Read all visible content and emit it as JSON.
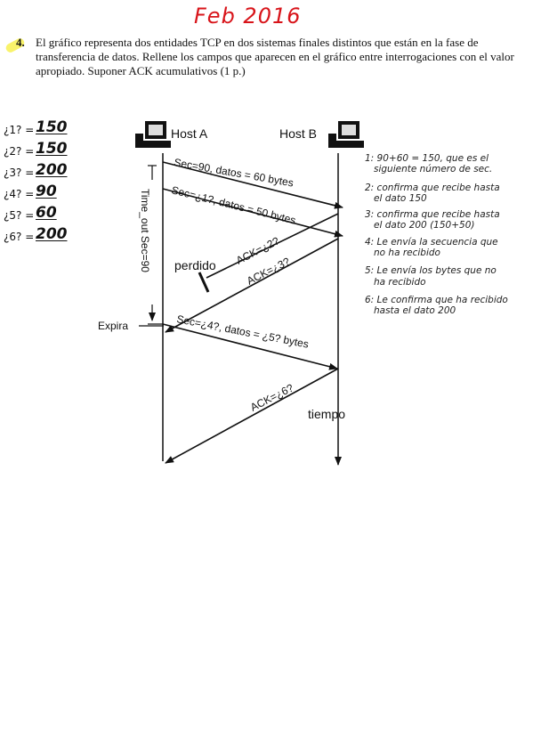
{
  "heading": "Feb 2016",
  "question": {
    "number": "4.",
    "text": "El gráfico representa dos entidades TCP en dos sistemas finales distintos que están en la fase de transferencia de datos. Rellene los campos que aparecen en el gráfico entre interrogaciones con el valor apropiado. Suponer ACK acumulativos (1 p.)"
  },
  "answers": [
    {
      "label": "¿1? =",
      "value": "150"
    },
    {
      "label": "¿2? =",
      "value": "150"
    },
    {
      "label": "¿3? =",
      "value": "200"
    },
    {
      "label": "¿4? =",
      "value": "90"
    },
    {
      "label": "¿5? =",
      "value": "60"
    },
    {
      "label": "¿6? =",
      "value": "200"
    }
  ],
  "diagram": {
    "host_a": "Host A",
    "host_b": "Host B",
    "msg1": "Sec=90, datos = 60 bytes",
    "msg2": "Sec=¿1?, datos = 50 bytes",
    "ack2": "ACK=¿2?",
    "ack3": "ACK=¿3?",
    "lost": "perdido",
    "timeout": "Time_out Sec=90",
    "expira": "Expira",
    "msg4": "Sec=¿4?, datos = ¿5? bytes",
    "ack6": "ACK=¿6?",
    "time": "tiempo",
    "icons": [
      "computer-icon",
      "computer-icon"
    ]
  },
  "explanations": [
    [
      "1: 90+60 = 150, que es el",
      "siguiente número de sec."
    ],
    [
      "2: confirma que recibe hasta",
      "el dato 150"
    ],
    [
      "3: confirma que recibe hasta",
      "el dato 200 (150+50)"
    ],
    [
      "4: Le envía la secuencia que",
      "no ha recibido"
    ],
    [
      "5: Le envía los bytes que no",
      "ha recibido"
    ],
    [
      "6: Le confirma que ha recibido",
      "hasta el dato 200"
    ]
  ],
  "colors": {
    "heading": "#d8141a",
    "highlight": "#f7ef3a",
    "ink": "#111111"
  }
}
